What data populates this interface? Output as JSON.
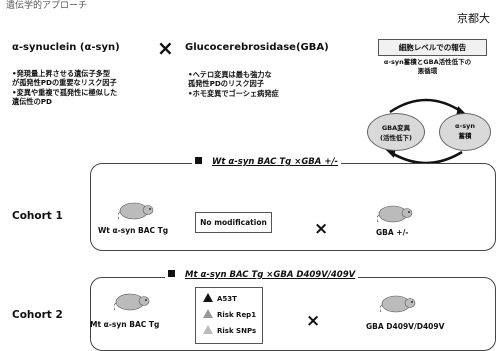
{
  "header": {
    "partial_text": "遺伝学的アプローチ",
    "affiliation": "京都大"
  },
  "top": {
    "alpha_title": "α-synuclein (α-syn)",
    "times": "×",
    "gba_title": "Glucocerebrosidase(GBA)",
    "alpha_notes": [
      "•発現量上昇させる遺伝子多型",
      "が孤発性PDの重要なリスク因子",
      "•変異や重複で孤発性に極似した",
      "遺伝性のPD"
    ],
    "gba_notes": [
      "•ヘテロ変異は最も強力な",
      "孤発性PDのリスク因子",
      "•ホモ変異でゴーシェ病発症"
    ]
  },
  "report": {
    "box_label": "細胞レベルでの報告",
    "description": [
      "α-syn蓄積とGBA活性低下の",
      "悪循環"
    ],
    "oval_gba": [
      "GBA変異",
      "(活性低下)"
    ],
    "oval_asyn": [
      "α-syn",
      "蓄積"
    ]
  },
  "cohort1": {
    "label": "Cohort 1",
    "title": "Wt α-syn BAC Tg ×GBA +/-",
    "mouse_left": "Wt α-syn BAC Tg",
    "no_modification": "No modification",
    "times": "×",
    "mouse_right": "GBA +/-"
  },
  "cohort2": {
    "label": "Cohort 2",
    "title": "Mt α-syn BAC Tg ×GBA D409V/409V",
    "mouse_left": "Mt α-syn BAC Tg",
    "times": "×",
    "mouse_right": "GBA D409V/D409V",
    "variants": [
      {
        "label": "A53T",
        "color": "#111111"
      },
      {
        "label": "Risk Rep1",
        "color": "#999999"
      },
      {
        "label": "Risk SNPs",
        "color": "#bbbbbb"
      }
    ]
  }
}
